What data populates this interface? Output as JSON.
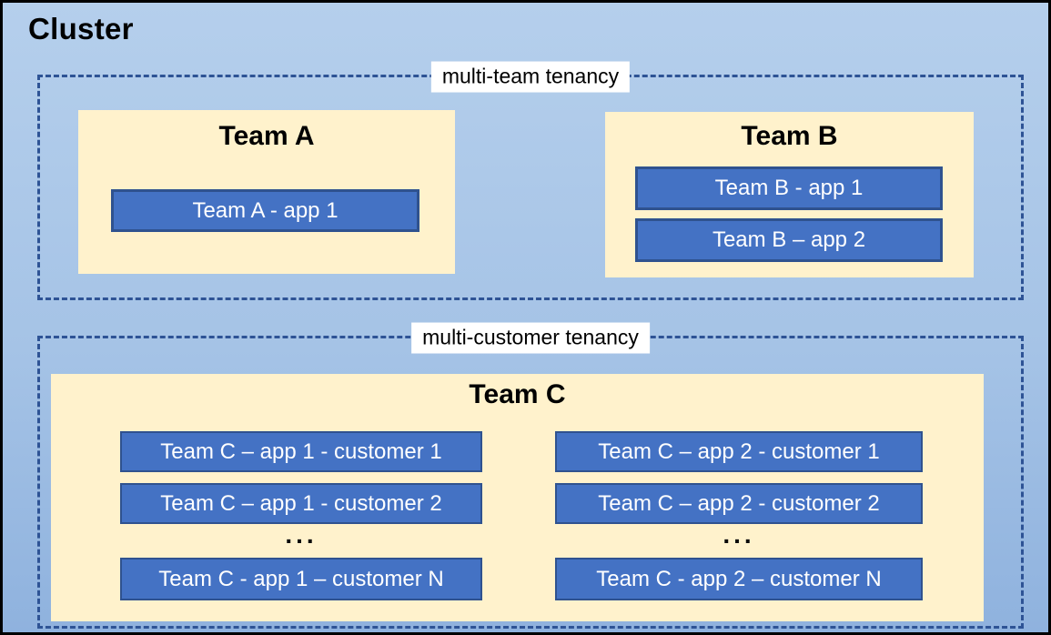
{
  "cluster": {
    "title": "Cluster"
  },
  "colors": {
    "background_top": "#B5CFEC",
    "background_mid": "#A5C3E6",
    "background_bottom": "#8FB2DE",
    "outer_border": "#000000",
    "dashed_border": "#2E5395",
    "label_bg": "#FFFFFF",
    "team_fill": "#FFF2CC",
    "app_fill": "#4472C4",
    "app_border": "#2F528F",
    "app_text": "#FFFFFF",
    "title_text": "#000000"
  },
  "tenancy_groups": [
    {
      "label": "multi-team tenancy",
      "teams": [
        {
          "name": "Team A",
          "apps": [
            "Team A - app 1"
          ]
        },
        {
          "name": "Team B",
          "apps": [
            "Team B - app 1",
            "Team B – app 2"
          ]
        }
      ]
    },
    {
      "label": "multi-customer tenancy",
      "teams": [
        {
          "name": "Team C",
          "columns": [
            {
              "apps": [
                "Team C – app 1 - customer 1",
                "Team C – app 1 - customer 2"
              ],
              "ellipsis": "...",
              "last_app": "Team C - app 1 – customer N"
            },
            {
              "apps": [
                "Team C – app 2 - customer 1",
                "Team C – app 2 - customer 2"
              ],
              "ellipsis": "...",
              "last_app": "Team C - app 2 – customer N"
            }
          ]
        }
      ]
    }
  ]
}
